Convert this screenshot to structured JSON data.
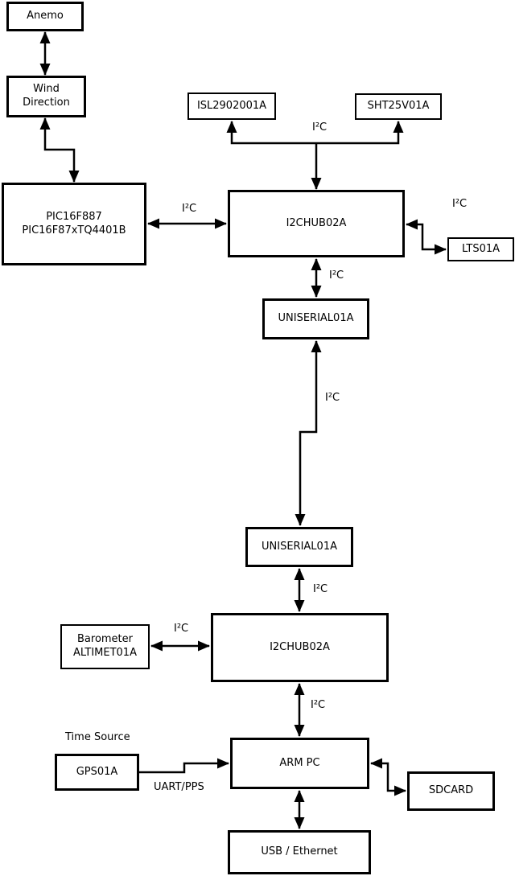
{
  "diagram": {
    "nodes": {
      "anemo": {
        "label": "Anemo"
      },
      "wind_direction": {
        "lines": [
          "Wind",
          "Direction"
        ]
      },
      "pic": {
        "lines": [
          "PIC16F887",
          "PIC16F87xTQ4401B"
        ]
      },
      "isl": {
        "label": "ISL2902001A"
      },
      "sht": {
        "label": "SHT25V01A"
      },
      "i2chub_top": {
        "label": "I2CHUB02A"
      },
      "lts": {
        "label": "LTS01A"
      },
      "uniserial_top": {
        "label": "UNISERIAL01A"
      },
      "uniserial_bottom": {
        "label": "UNISERIAL01A"
      },
      "i2chub_bottom": {
        "label": "I2CHUB02A"
      },
      "barometer": {
        "lines": [
          "Barometer",
          "ALTIMET01A"
        ]
      },
      "gps": {
        "label": "GPS01A"
      },
      "arm_pc": {
        "label": "ARM PC"
      },
      "sdcard": {
        "label": "SDCARD"
      },
      "usb_ethernet": {
        "label": "USB / Ethernet"
      }
    },
    "labels": {
      "i2c_sensor_bus": "I²C",
      "i2c_pic_hub": "I²C",
      "i2c_hub_lts": "I²C",
      "i2c_hub_uniserial": "I²C",
      "i2c_uniserial_link": "I²C",
      "i2c_uniserial_hub2": "I²C",
      "i2c_barometer_hub2": "I²C",
      "i2c_hub2_armpc": "I²C",
      "time_source": "Time Source",
      "uart_pps": "UART/PPS"
    },
    "colors": {
      "stroke": "#000000",
      "background": "#ffffff"
    }
  }
}
